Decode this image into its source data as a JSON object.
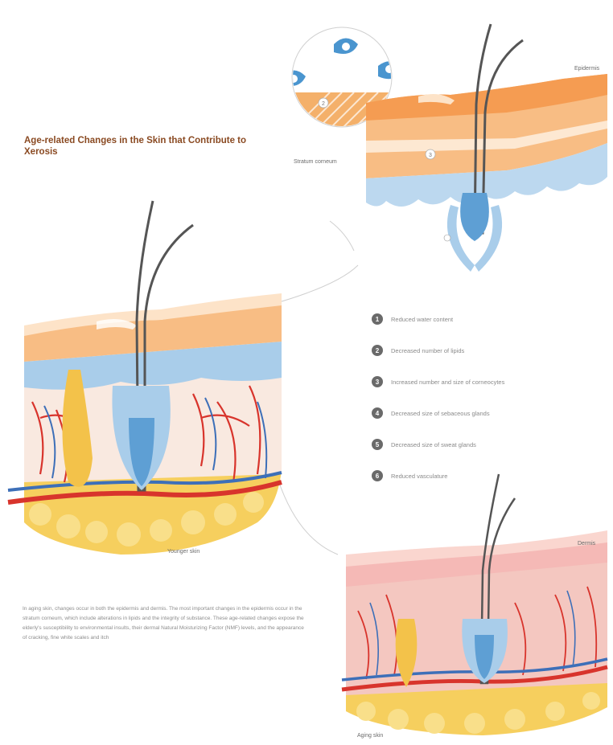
{
  "title": "Age-related Changes in the Skin that Contribute to Xerosis",
  "labels": {
    "epidermis": "Epidermis",
    "stratum_corneum": "Stratum corneum",
    "young_skin": "Younger skin",
    "dermis": "Dermis",
    "aging_skin": "Aging skin"
  },
  "legend": [
    {
      "num": "1",
      "text": "Reduced water content"
    },
    {
      "num": "2",
      "text": "Decreased number of lipids"
    },
    {
      "num": "3",
      "text": "Increased number and size of corneocytes"
    },
    {
      "num": "4",
      "text": "Decreased size of sebaceous glands"
    },
    {
      "num": "5",
      "text": "Decreased size of sweat glands"
    },
    {
      "num": "6",
      "text": "Reduced vasculature"
    }
  ],
  "paragraph": "In aging skin, changes occur in both the epidermis and dermis. The most important changes in the epidermis occur in the stratum corneum, which include alterations in lipids and the integrity of substance. These age-related changes expose the elderly's susceptibility to environmental insults, their dermal Natural Moisturizing Factor (NMF) levels, and the appearance of cracking, fine white scales and itch",
  "colors": {
    "epidermis": "#f7b074",
    "highlight": "#fde3c8",
    "dermis_blue": "#a9cdea",
    "vessel": "#d8342c",
    "fat": "#f6d16a",
    "aging_dermis": "#f4c7c0"
  }
}
